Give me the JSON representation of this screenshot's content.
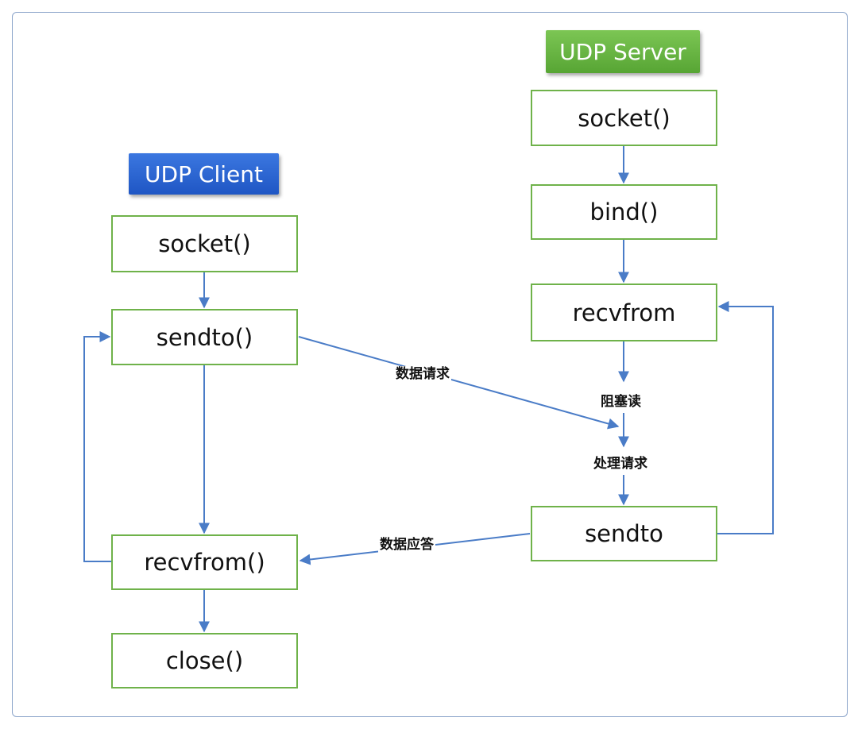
{
  "colors": {
    "accent_line": "#4a7cc7",
    "box_border": "#6fb24a",
    "client_tag": "#2a63d4",
    "server_tag": "#6ab645"
  },
  "client": {
    "title": "UDP Client",
    "steps": {
      "socket": "socket()",
      "sendto": "sendto()",
      "recvfrom": "recvfrom()",
      "close": "close()"
    }
  },
  "server": {
    "title": "UDP Server",
    "steps": {
      "socket": "socket()",
      "bind": "bind()",
      "recvfrom": "recvfrom",
      "sendto": "sendto"
    }
  },
  "labels": {
    "data_request": "数据请求",
    "blocking_read": "阻塞读",
    "process_request": "处理请求",
    "data_response": "数据应答"
  }
}
